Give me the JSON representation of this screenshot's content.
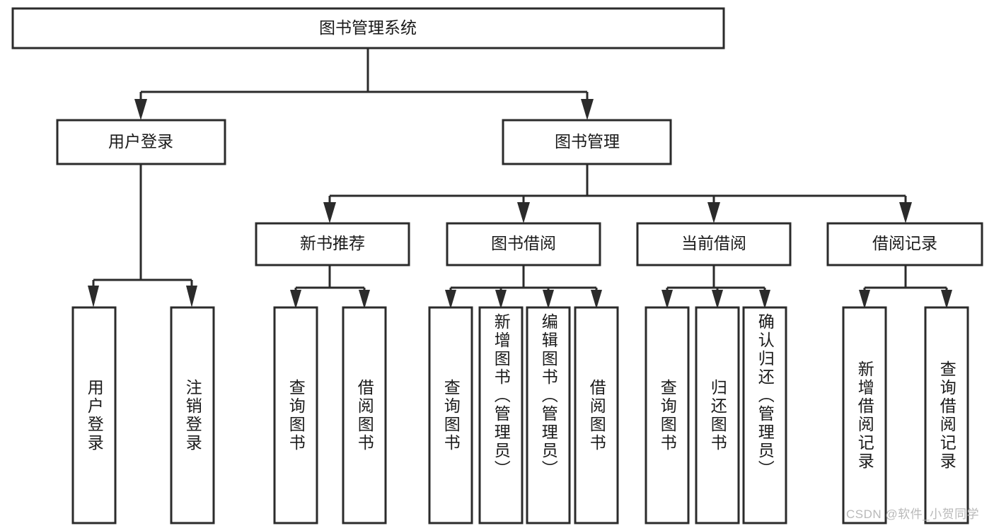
{
  "diagram": {
    "type": "hierarchy-tree",
    "title": "图书管理系统",
    "root": {
      "id": "root",
      "label": "图书管理系统",
      "orientation": "horizontal"
    },
    "level2": [
      {
        "id": "user-login",
        "label": "用户登录",
        "orientation": "horizontal"
      },
      {
        "id": "book-manage",
        "label": "图书管理",
        "orientation": "horizontal"
      }
    ],
    "level3": [
      {
        "id": "new-book-recommend",
        "label": "新书推荐",
        "orientation": "horizontal",
        "parent": "book-manage"
      },
      {
        "id": "book-borrow",
        "label": "图书借阅",
        "orientation": "horizontal",
        "parent": "book-manage"
      },
      {
        "id": "current-borrow",
        "label": "当前借阅",
        "orientation": "horizontal",
        "parent": "book-manage"
      },
      {
        "id": "borrow-record",
        "label": "借阅记录",
        "orientation": "horizontal",
        "parent": "book-manage"
      }
    ],
    "leaves": [
      {
        "id": "leaf-user-login",
        "label": "用户登录",
        "orientation": "vertical",
        "parent": "user-login"
      },
      {
        "id": "leaf-logout",
        "label": "注销登录",
        "orientation": "vertical",
        "parent": "user-login"
      },
      {
        "id": "leaf-query-book-1",
        "label": "查询图书",
        "orientation": "vertical",
        "parent": "new-book-recommend"
      },
      {
        "id": "leaf-borrow-book-1",
        "label": "借阅图书",
        "orientation": "vertical",
        "parent": "new-book-recommend"
      },
      {
        "id": "leaf-query-book-2",
        "label": "查询图书",
        "orientation": "vertical",
        "parent": "book-borrow"
      },
      {
        "id": "leaf-add-book",
        "label": "新增图书（管理员）",
        "orientation": "vertical",
        "parent": "book-borrow"
      },
      {
        "id": "leaf-edit-book",
        "label": "编辑图书（管理员）",
        "orientation": "vertical",
        "parent": "book-borrow"
      },
      {
        "id": "leaf-borrow-book-2",
        "label": "借阅图书",
        "orientation": "vertical",
        "parent": "book-borrow"
      },
      {
        "id": "leaf-query-book-3",
        "label": "查询图书",
        "orientation": "vertical",
        "parent": "current-borrow"
      },
      {
        "id": "leaf-return-book",
        "label": "归还图书",
        "orientation": "vertical",
        "parent": "current-borrow"
      },
      {
        "id": "leaf-confirm-return",
        "label": "确认归还（管理员）",
        "orientation": "vertical",
        "parent": "current-borrow"
      },
      {
        "id": "leaf-add-record",
        "label": "新增借阅记录",
        "orientation": "vertical",
        "parent": "borrow-record"
      },
      {
        "id": "leaf-query-record",
        "label": "查询借阅记录",
        "orientation": "vertical",
        "parent": "borrow-record"
      }
    ]
  },
  "watermark": {
    "text": "CSDN @软件_小贺同学"
  },
  "colors": {
    "stroke": "#2b2b2b",
    "fill": "#ffffff",
    "text": "#1a1a1a",
    "watermark": "#b9b9b9",
    "background": "#ffffff"
  }
}
